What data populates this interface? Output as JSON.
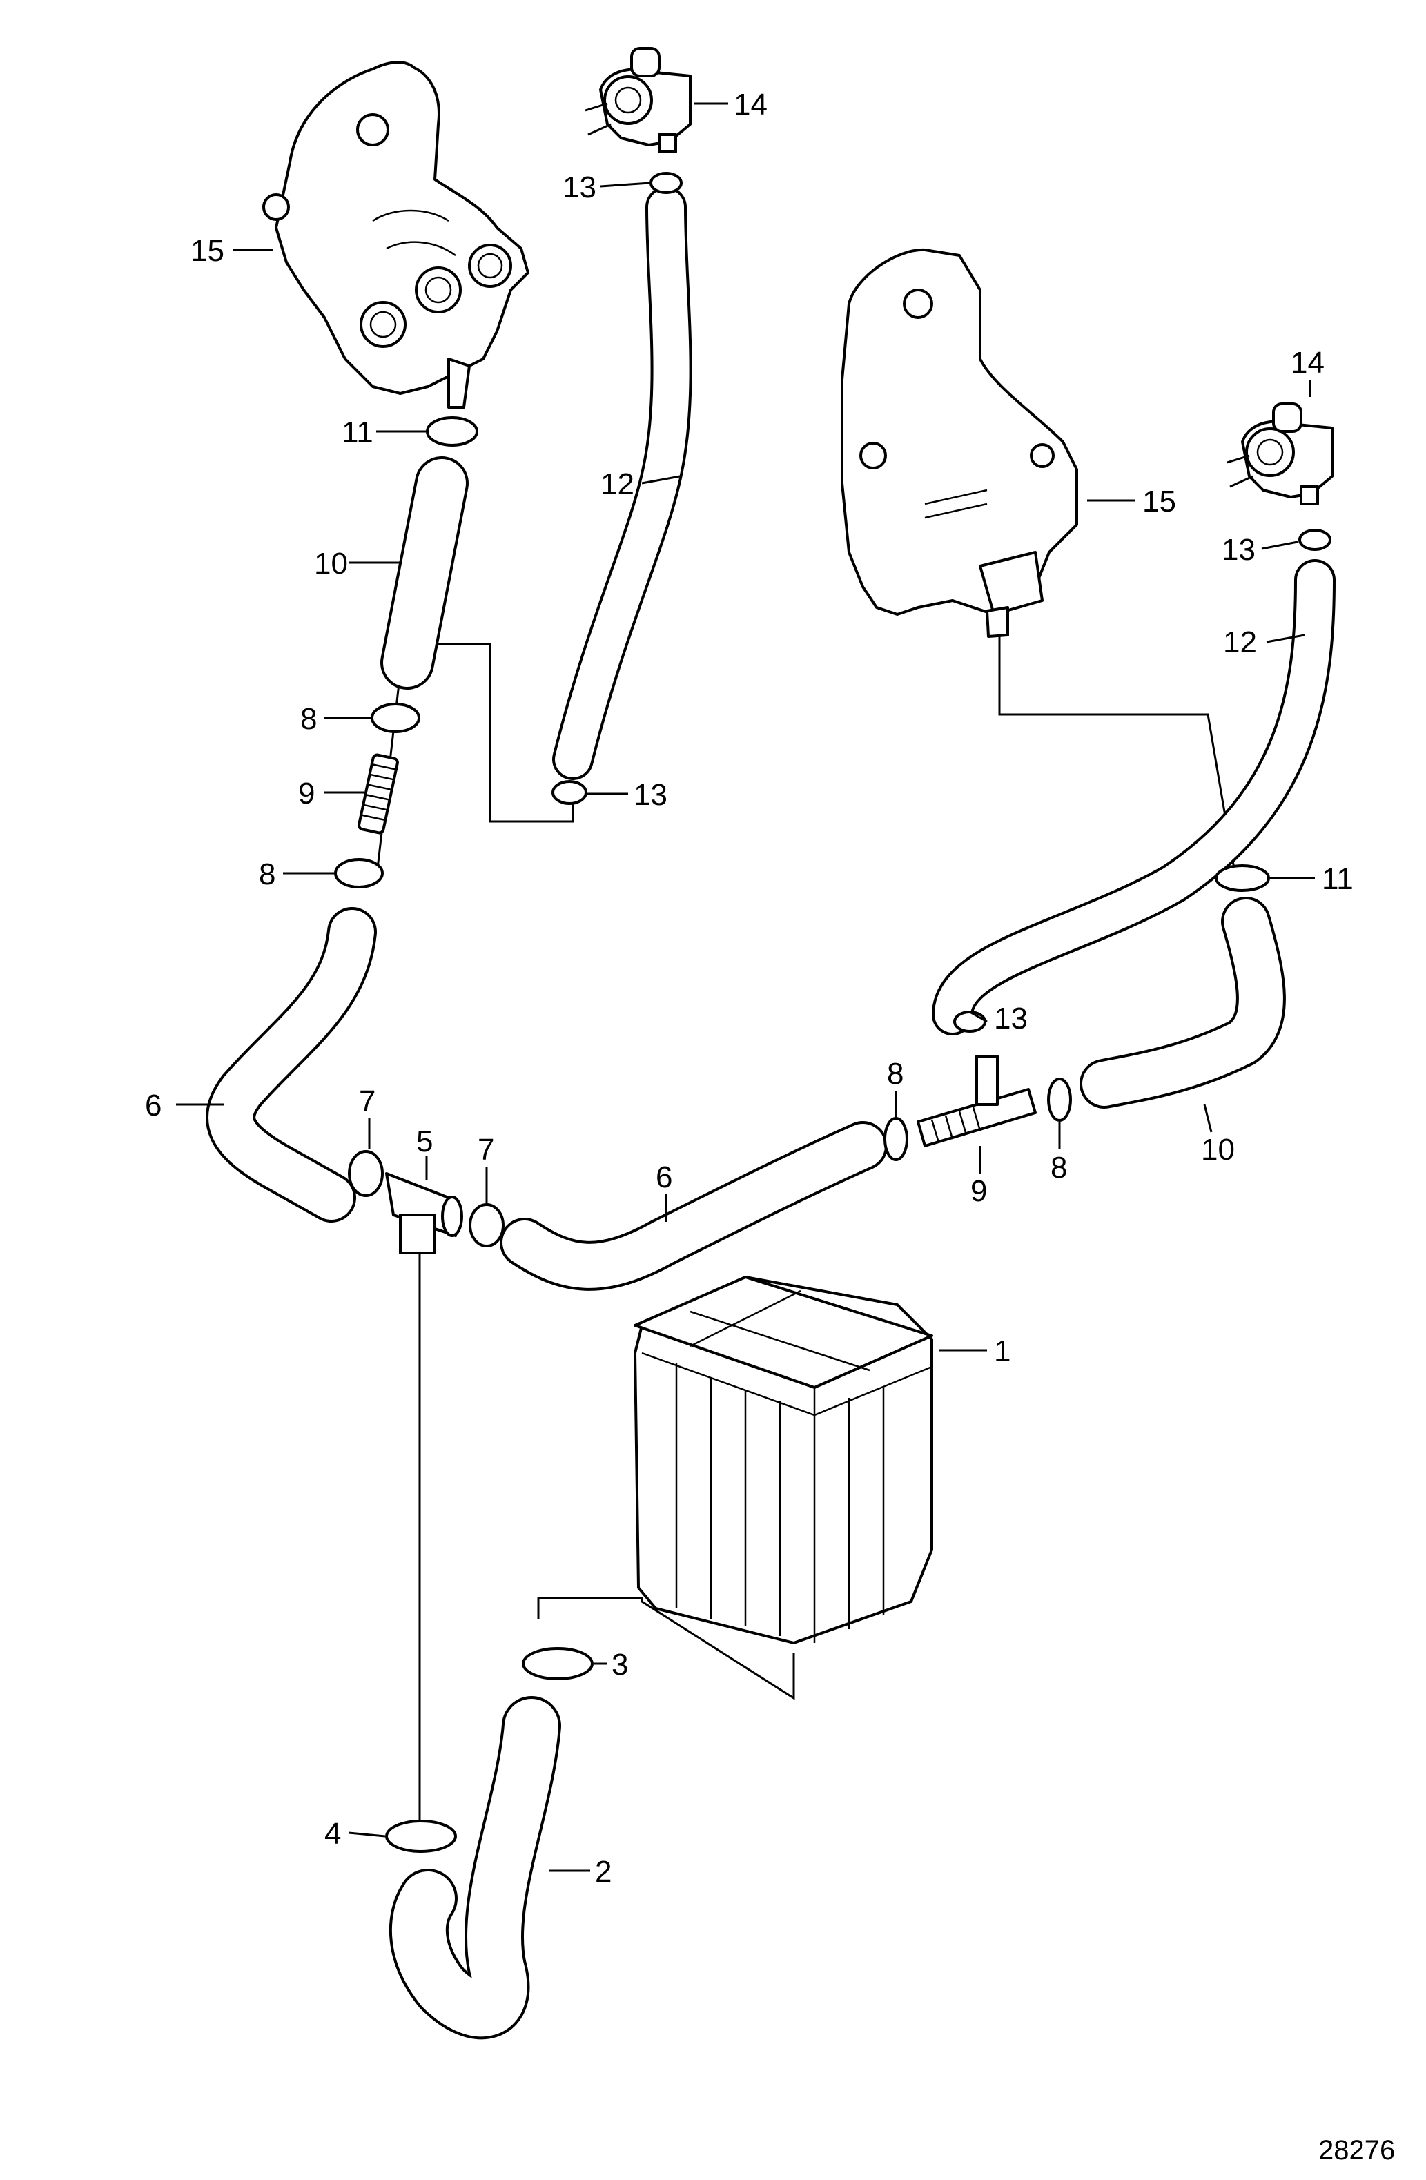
{
  "reference_number": "28276",
  "callouts": [
    {
      "id": "c1",
      "label": "1"
    },
    {
      "id": "c2",
      "label": "2"
    },
    {
      "id": "c3",
      "label": "3"
    },
    {
      "id": "c4",
      "label": "4"
    },
    {
      "id": "c5",
      "label": "5"
    },
    {
      "id": "c6a",
      "label": "6"
    },
    {
      "id": "c6b",
      "label": "6"
    },
    {
      "id": "c7a",
      "label": "7"
    },
    {
      "id": "c7b",
      "label": "7"
    },
    {
      "id": "c8a",
      "label": "8"
    },
    {
      "id": "c8b",
      "label": "8"
    },
    {
      "id": "c8c",
      "label": "8"
    },
    {
      "id": "c8d",
      "label": "8"
    },
    {
      "id": "c9a",
      "label": "9"
    },
    {
      "id": "c9b",
      "label": "9"
    },
    {
      "id": "c10a",
      "label": "10"
    },
    {
      "id": "c10b",
      "label": "10"
    },
    {
      "id": "c11a",
      "label": "11"
    },
    {
      "id": "c11b",
      "label": "11"
    },
    {
      "id": "c12a",
      "label": "12"
    },
    {
      "id": "c12b",
      "label": "12"
    },
    {
      "id": "c13a",
      "label": "13"
    },
    {
      "id": "c13b",
      "label": "13"
    },
    {
      "id": "c13c",
      "label": "13"
    },
    {
      "id": "c13d",
      "label": "13"
    },
    {
      "id": "c14a",
      "label": "14"
    },
    {
      "id": "c14b",
      "label": "14"
    },
    {
      "id": "c15a",
      "label": "15"
    },
    {
      "id": "c15b",
      "label": "15"
    }
  ]
}
